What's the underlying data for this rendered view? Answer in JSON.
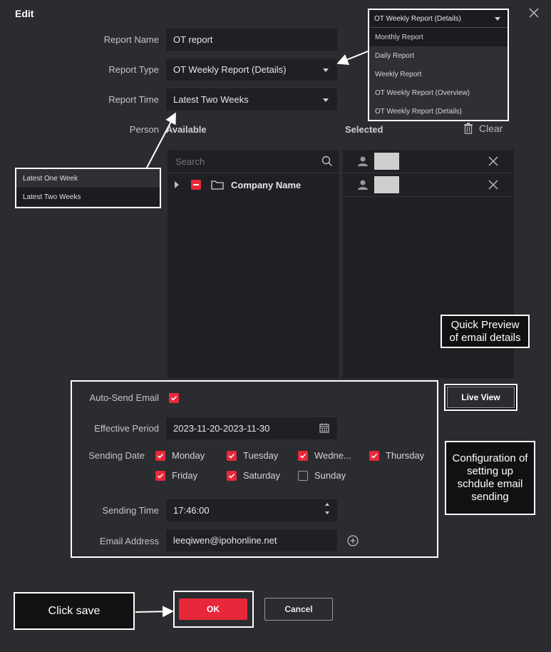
{
  "dialog": {
    "title": "Edit"
  },
  "form": {
    "report_name_label": "Report Name",
    "report_name_value": "OT report",
    "report_type_label": "Report Type",
    "report_type_value": "OT Weekly Report (Details)",
    "report_time_label": "Report Time",
    "report_time_value": "Latest Two Weeks",
    "person_label": "Person"
  },
  "report_type_dropdown": {
    "selected": "OT Weekly Report (Details)",
    "options": [
      "Monthly Report",
      "Daily Report",
      "Weekly Report",
      "OT Weekly Report (Overview)",
      "OT Weekly Report (Details)"
    ],
    "highlighted_option": "Monthly Report"
  },
  "report_time_dropdown": {
    "options": [
      "Latest One Week",
      "Latest Two Weeks"
    ],
    "highlighted_option": "Latest Two Weeks"
  },
  "available": {
    "header": "Available",
    "search_placeholder": "Search",
    "tree_root": "Company Name"
  },
  "selected": {
    "header": "Selected",
    "clear_label": "Clear",
    "rows": 2
  },
  "email": {
    "auto_send_label": "Auto-Send Email",
    "auto_send_checked": true,
    "effective_period_label": "Effective Period",
    "effective_period_value": "2023-11-20-2023-11-30",
    "sending_date_label": "Sending Date",
    "days": [
      {
        "label": "Monday",
        "checked": true
      },
      {
        "label": "Tuesday",
        "checked": true
      },
      {
        "label": "Wedne...",
        "checked": true
      },
      {
        "label": "Thursday",
        "checked": true
      },
      {
        "label": "Friday",
        "checked": true
      },
      {
        "label": "Saturday",
        "checked": true
      },
      {
        "label": "Sunday",
        "checked": false
      }
    ],
    "sending_time_label": "Sending Time",
    "sending_time_value": "17:46:00",
    "email_address_label": "Email Address",
    "email_address_value": "leeqiwen@ipohonline.net"
  },
  "buttons": {
    "live_view": "Live View",
    "ok": "OK",
    "cancel": "Cancel"
  },
  "callouts": {
    "quick_preview": "Quick Preview of email details",
    "quick_preview_line1": "Quick Preview",
    "quick_preview_line2": "of email details",
    "configuration_line1": "Configuration of",
    "configuration_line2": "setting up",
    "configuration_line3": "schdule email",
    "configuration_line4": "sending",
    "click_save": "Click save"
  },
  "colors": {
    "accent": "#e8283a",
    "background": "#2b2c30",
    "field": "#1f2024"
  }
}
